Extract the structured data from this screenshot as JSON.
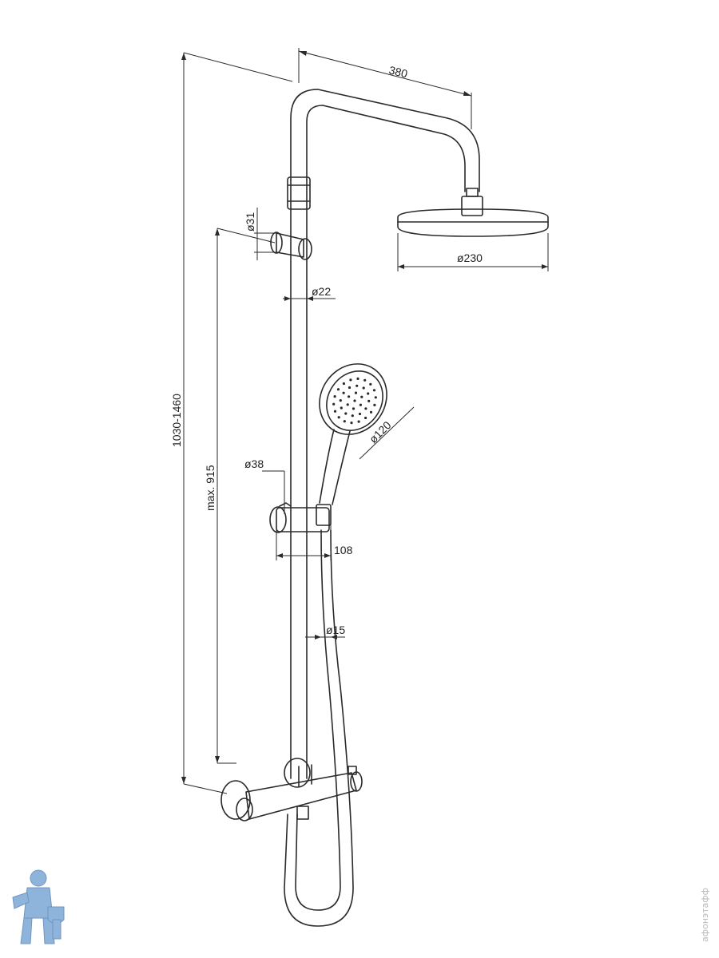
{
  "dimensions": {
    "arm_length": "380",
    "head_diameter": "ø230",
    "holder_diameter": "ø31",
    "rail_diameter": "ø22",
    "total_height": "1030-1460",
    "max_height": "max. 915",
    "hand_shower_diameter": "ø120",
    "slider_diameter": "ø38",
    "slider_depth": "108",
    "hose_diameter": "ø15"
  },
  "watermark": {
    "text": "афонэтафф",
    "color": "#b9b9b9"
  },
  "colors": {
    "line": "#2a2a2a",
    "mascot": "#8fb4dc"
  }
}
